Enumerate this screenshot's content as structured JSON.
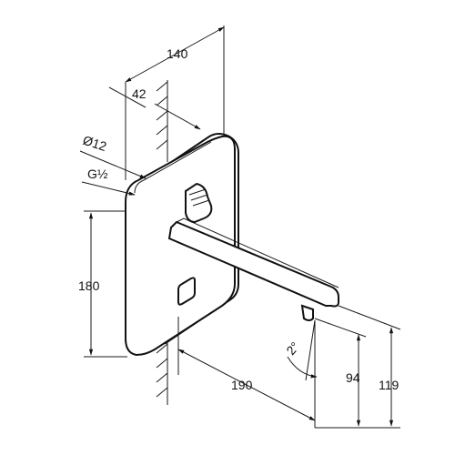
{
  "drawing": {
    "dimensions": {
      "overall_depth": "140",
      "wall_depth": "42",
      "pipe_diameter": "Ø12",
      "thread": "G½",
      "height": "180",
      "angle": "2°",
      "projection": "190",
      "spout_height": "94",
      "total_height": "119"
    },
    "colors": {
      "line": "#111111",
      "background": "#ffffff"
    }
  }
}
